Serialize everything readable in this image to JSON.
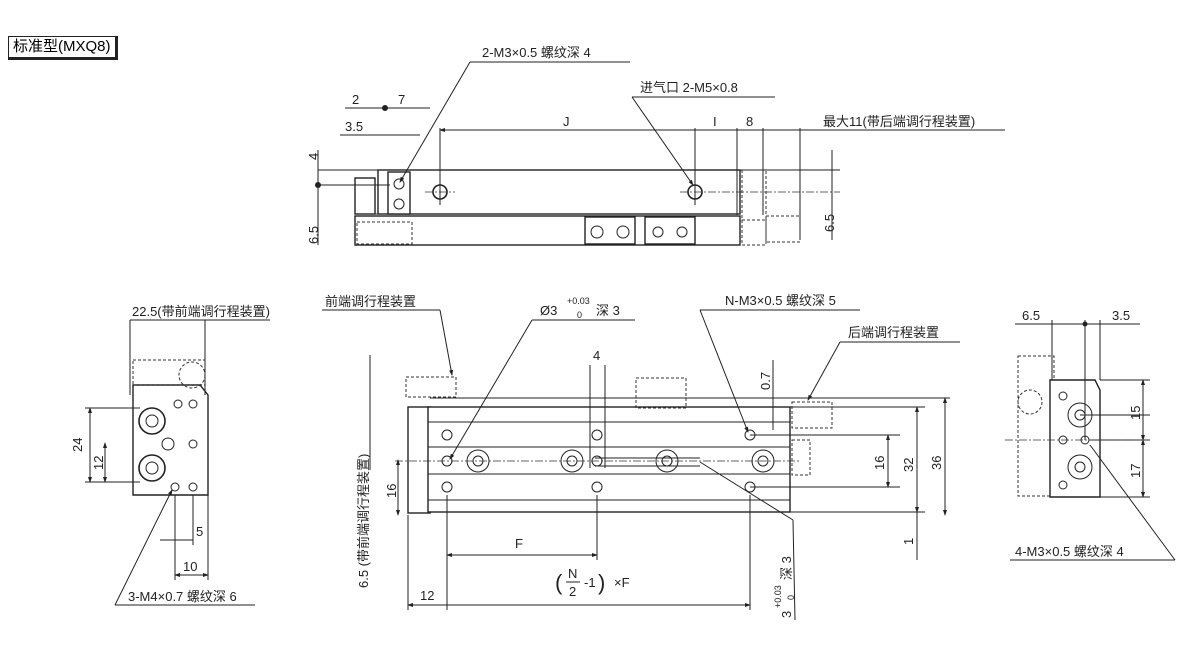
{
  "title": "标准型(MXQ8)",
  "top_view": {
    "thread_label": "2-M3×0.5 螺纹深 4",
    "port_label": "进气口 2-M5×0.8",
    "dim_2": "2",
    "dim_7": "7",
    "dim_3_5": "3.5",
    "dim_J": "J",
    "dim_I": "I",
    "dim_8": "8",
    "max_label": "最大11(带后端调行程装置)",
    "dim_4": "4",
    "dim_6_5_left": "6.5",
    "dim_6_5_right": "6.5"
  },
  "left_view": {
    "width_label": "22.5(带前端调行程装置)",
    "dim_24": "24",
    "dim_12": "12",
    "dim_5": "5",
    "dim_10": "10",
    "thread_label": "3-M4×0.7 螺纹深 6"
  },
  "front_view": {
    "front_adjuster_label": "前端调行程装置",
    "pin_hole_label": "Ø3",
    "pin_tol_upper": "+0.03",
    "pin_tol_lower": "0",
    "pin_depth": "深 3",
    "thread_label": "N-M3×0.5 螺纹深 5",
    "dim_4": "4",
    "dim_0_7": "0.7",
    "rear_adjuster_label": "后端调行程装置",
    "side_label": "6.5 (带前端调行程装置)",
    "dim_16_left": "16",
    "dim_16_right": "16",
    "dim_32": "32",
    "dim_36": "36",
    "dim_1": "1",
    "dim_F": "F",
    "formula_N": "N",
    "formula_2": "2",
    "formula_rest": "-1",
    "formula_F": "×F",
    "dim_12": "12",
    "slot_3": "3",
    "slot_tol_upper": "+0.03",
    "slot_tol_lower": "0",
    "slot_depth": "深 3"
  },
  "right_view": {
    "dim_6_5": "6.5",
    "dim_3_5": "3.5",
    "dim_15": "15",
    "dim_17": "17",
    "thread_label": "4-M3×0.5 螺纹深 4"
  }
}
